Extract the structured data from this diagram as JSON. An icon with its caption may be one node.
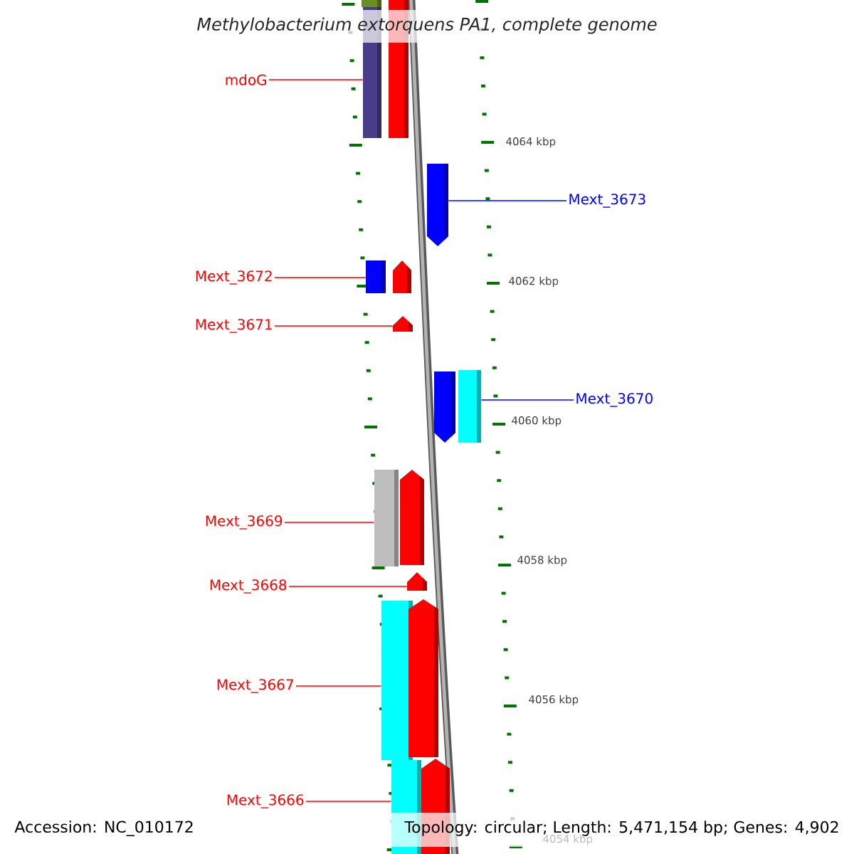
{
  "diagram": {
    "title": "Methylobacterium extorquens PA1, complete genome",
    "nodes": [
      {
        "text": [
          "mdoG"
        ]
      },
      {
        "text": [],
        "shape": "box"
      },
      {
        "text": [],
        "shape": "box"
      },
      {
        "text": [],
        "shape": "box"
      },
      {
        "text": [
          "Mext_3673"
        ]
      },
      {
        "text": [],
        "shape": "arrow"
      },
      {
        "text": [
          "Mext_3672"
        ]
      },
      {
        "text": [],
        "shape": "box"
      },
      {
        "text": [],
        "shape": "arrow"
      },
      {
        "text": [
          "Mext_3671"
        ]
      },
      {
        "text": [],
        "shape": "arrow"
      },
      {
        "text": [
          "Mext_3670"
        ]
      },
      {
        "text": [],
        "shape": "arrow"
      },
      {
        "text": [],
        "shape": "box"
      },
      {
        "text": [
          "Mext_3669"
        ]
      },
      {
        "text": [],
        "shape": "box"
      },
      {
        "text": [],
        "shape": "arrow"
      },
      {
        "text": [
          "Mext_3668"
        ]
      },
      {
        "text": [],
        "shape": "arrow"
      },
      {
        "text": [
          "Mext_3667"
        ]
      },
      {
        "text": [],
        "shape": "box"
      },
      {
        "text": [],
        "shape": "arrow"
      },
      {
        "text": [
          "Mext_3666"
        ]
      },
      {
        "text": [],
        "shape": "box"
      },
      {
        "text": [],
        "shape": "arrow"
      }
    ],
    "edges": [
      {
        "from": 0,
        "to": 2,
        "arrow": "none"
      },
      {
        "from": 4,
        "to": 5,
        "arrow": "none",
        "color": "#0000ff"
      },
      {
        "from": 6,
        "to": 7,
        "arrow": "none"
      },
      {
        "from": 9,
        "to": 10,
        "arrow": "none"
      },
      {
        "from": 11,
        "to": 13,
        "arrow": "none",
        "color": "#0000ff"
      },
      {
        "from": 14,
        "to": 15,
        "arrow": "none"
      },
      {
        "from": 17,
        "to": 18,
        "arrow": "none"
      },
      {
        "from": 19,
        "to": 20,
        "arrow": "none"
      },
      {
        "from": 22,
        "to": 23,
        "arrow": "none"
      }
    ],
    "labels": [
      "4064 kbp",
      "4062 kbp",
      "4060 kbp",
      "4058 kbp",
      "4056 kbp",
      "4054 kbp",
      "Accession: NC_010172",
      "Topology: circular; Length: 5,471,154 bp; Genes: 4,902"
    ]
  }
}
